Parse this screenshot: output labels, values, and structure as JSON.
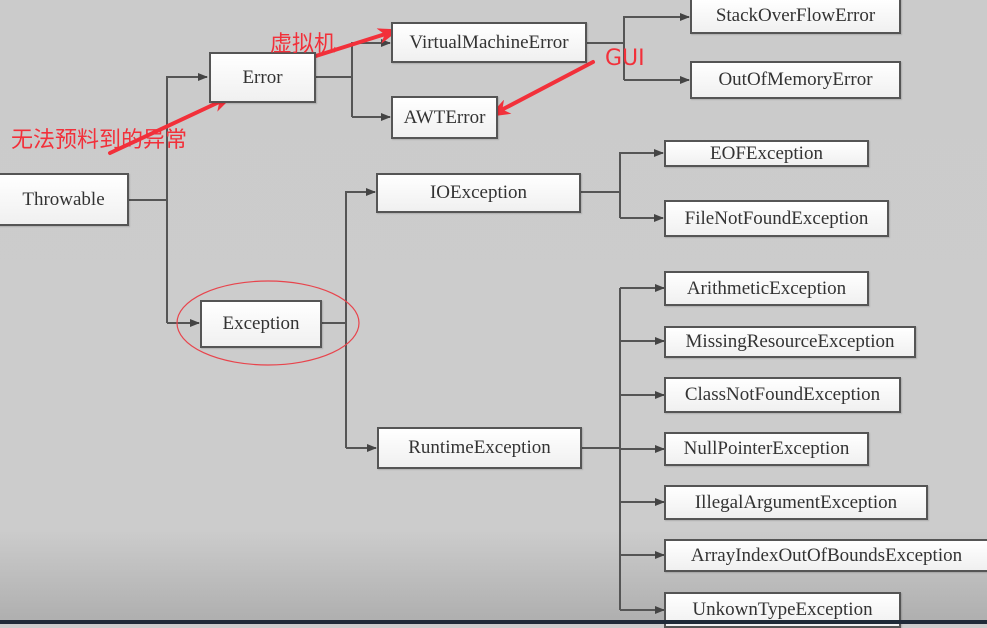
{
  "diagram": {
    "title": "Java Throwable class hierarchy",
    "colors": {
      "line": "#555555",
      "box_border": "#555555",
      "annotation": "#f2303a",
      "background": "#cccccc"
    },
    "nodes": {
      "throwable": "Throwable",
      "error": "Error",
      "exception": "Exception",
      "virtual_machine_error": "VirtualMachineError",
      "awt_error": "AWTError",
      "stack_overflow_error": "StackOverFlowError",
      "out_of_memory_error": "OutOfMemoryError",
      "io_exception": "IOException",
      "eof_exception": "EOFException",
      "file_not_found_exception": "FileNotFoundException",
      "runtime_exception": "RuntimeException",
      "arithmetic_exception": "ArithmeticException",
      "missing_resource_exception": "MissingResourceException",
      "class_not_found_exception": "ClassNotFoundException",
      "null_pointer_exception": "NullPointerException",
      "illegal_argument_exception": "IllegalArgumentException",
      "array_index_out_of_bounds_exception": "ArrayIndexOutOfBoundsException",
      "unknown_type_exception": "UnkownTypeException"
    },
    "edges": [
      [
        "throwable",
        "error"
      ],
      [
        "throwable",
        "exception"
      ],
      [
        "error",
        "virtual_machine_error"
      ],
      [
        "error",
        "awt_error"
      ],
      [
        "virtual_machine_error",
        "stack_overflow_error"
      ],
      [
        "virtual_machine_error",
        "out_of_memory_error"
      ],
      [
        "exception",
        "io_exception"
      ],
      [
        "exception",
        "runtime_exception"
      ],
      [
        "io_exception",
        "eof_exception"
      ],
      [
        "io_exception",
        "file_not_found_exception"
      ],
      [
        "runtime_exception",
        "arithmetic_exception"
      ],
      [
        "runtime_exception",
        "missing_resource_exception"
      ],
      [
        "runtime_exception",
        "class_not_found_exception"
      ],
      [
        "runtime_exception",
        "null_pointer_exception"
      ],
      [
        "runtime_exception",
        "illegal_argument_exception"
      ],
      [
        "runtime_exception",
        "array_index_out_of_bounds_exception"
      ],
      [
        "runtime_exception",
        "unknown_type_exception"
      ]
    ],
    "annotations": {
      "unexpected_exception": "无法预料到的异常",
      "virtual_machine": "虚拟机",
      "gui": "GUI"
    },
    "highlighted_node": "exception"
  }
}
